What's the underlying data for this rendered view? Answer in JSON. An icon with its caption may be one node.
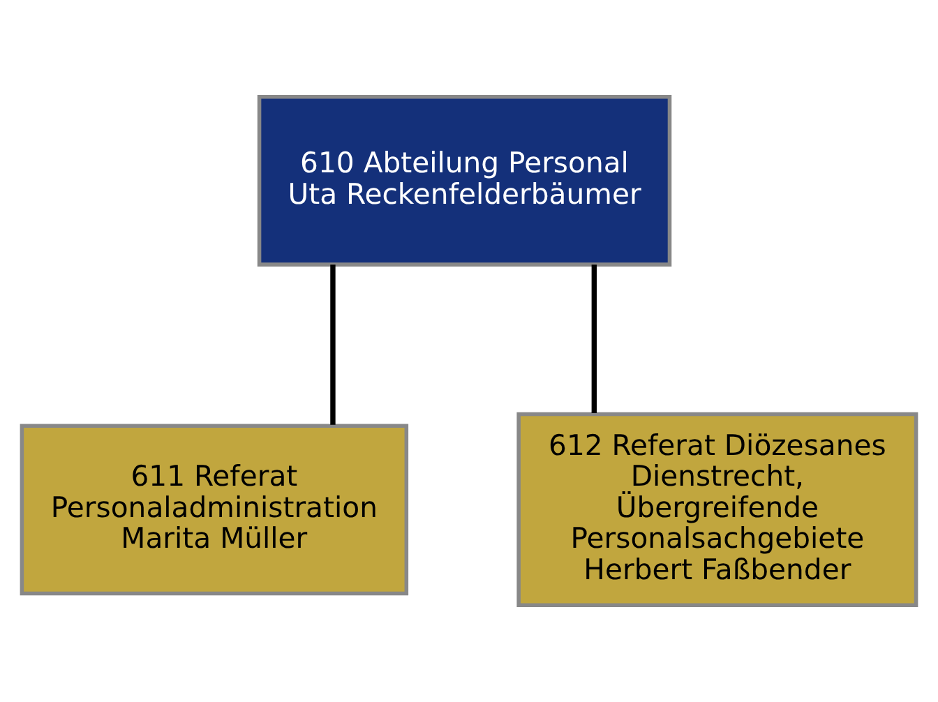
{
  "diagram": {
    "nodes": [
      {
        "text": [
          "610 Abteilung Personal",
          "Uta Reckenfelderbäumer"
        ]
      },
      {
        "text": [
          "611 Referat Personaladministration",
          "Marita Müller"
        ]
      },
      {
        "text": [
          "612 Referat Diözesanes Dienstrecht, Übergreifende Personalsachgebiete",
          "Herbert Faßbender"
        ]
      }
    ],
    "edges": [
      {
        "from": 0,
        "to": 1,
        "arrow": "none"
      },
      {
        "from": 0,
        "to": 2,
        "arrow": "none"
      }
    ]
  }
}
